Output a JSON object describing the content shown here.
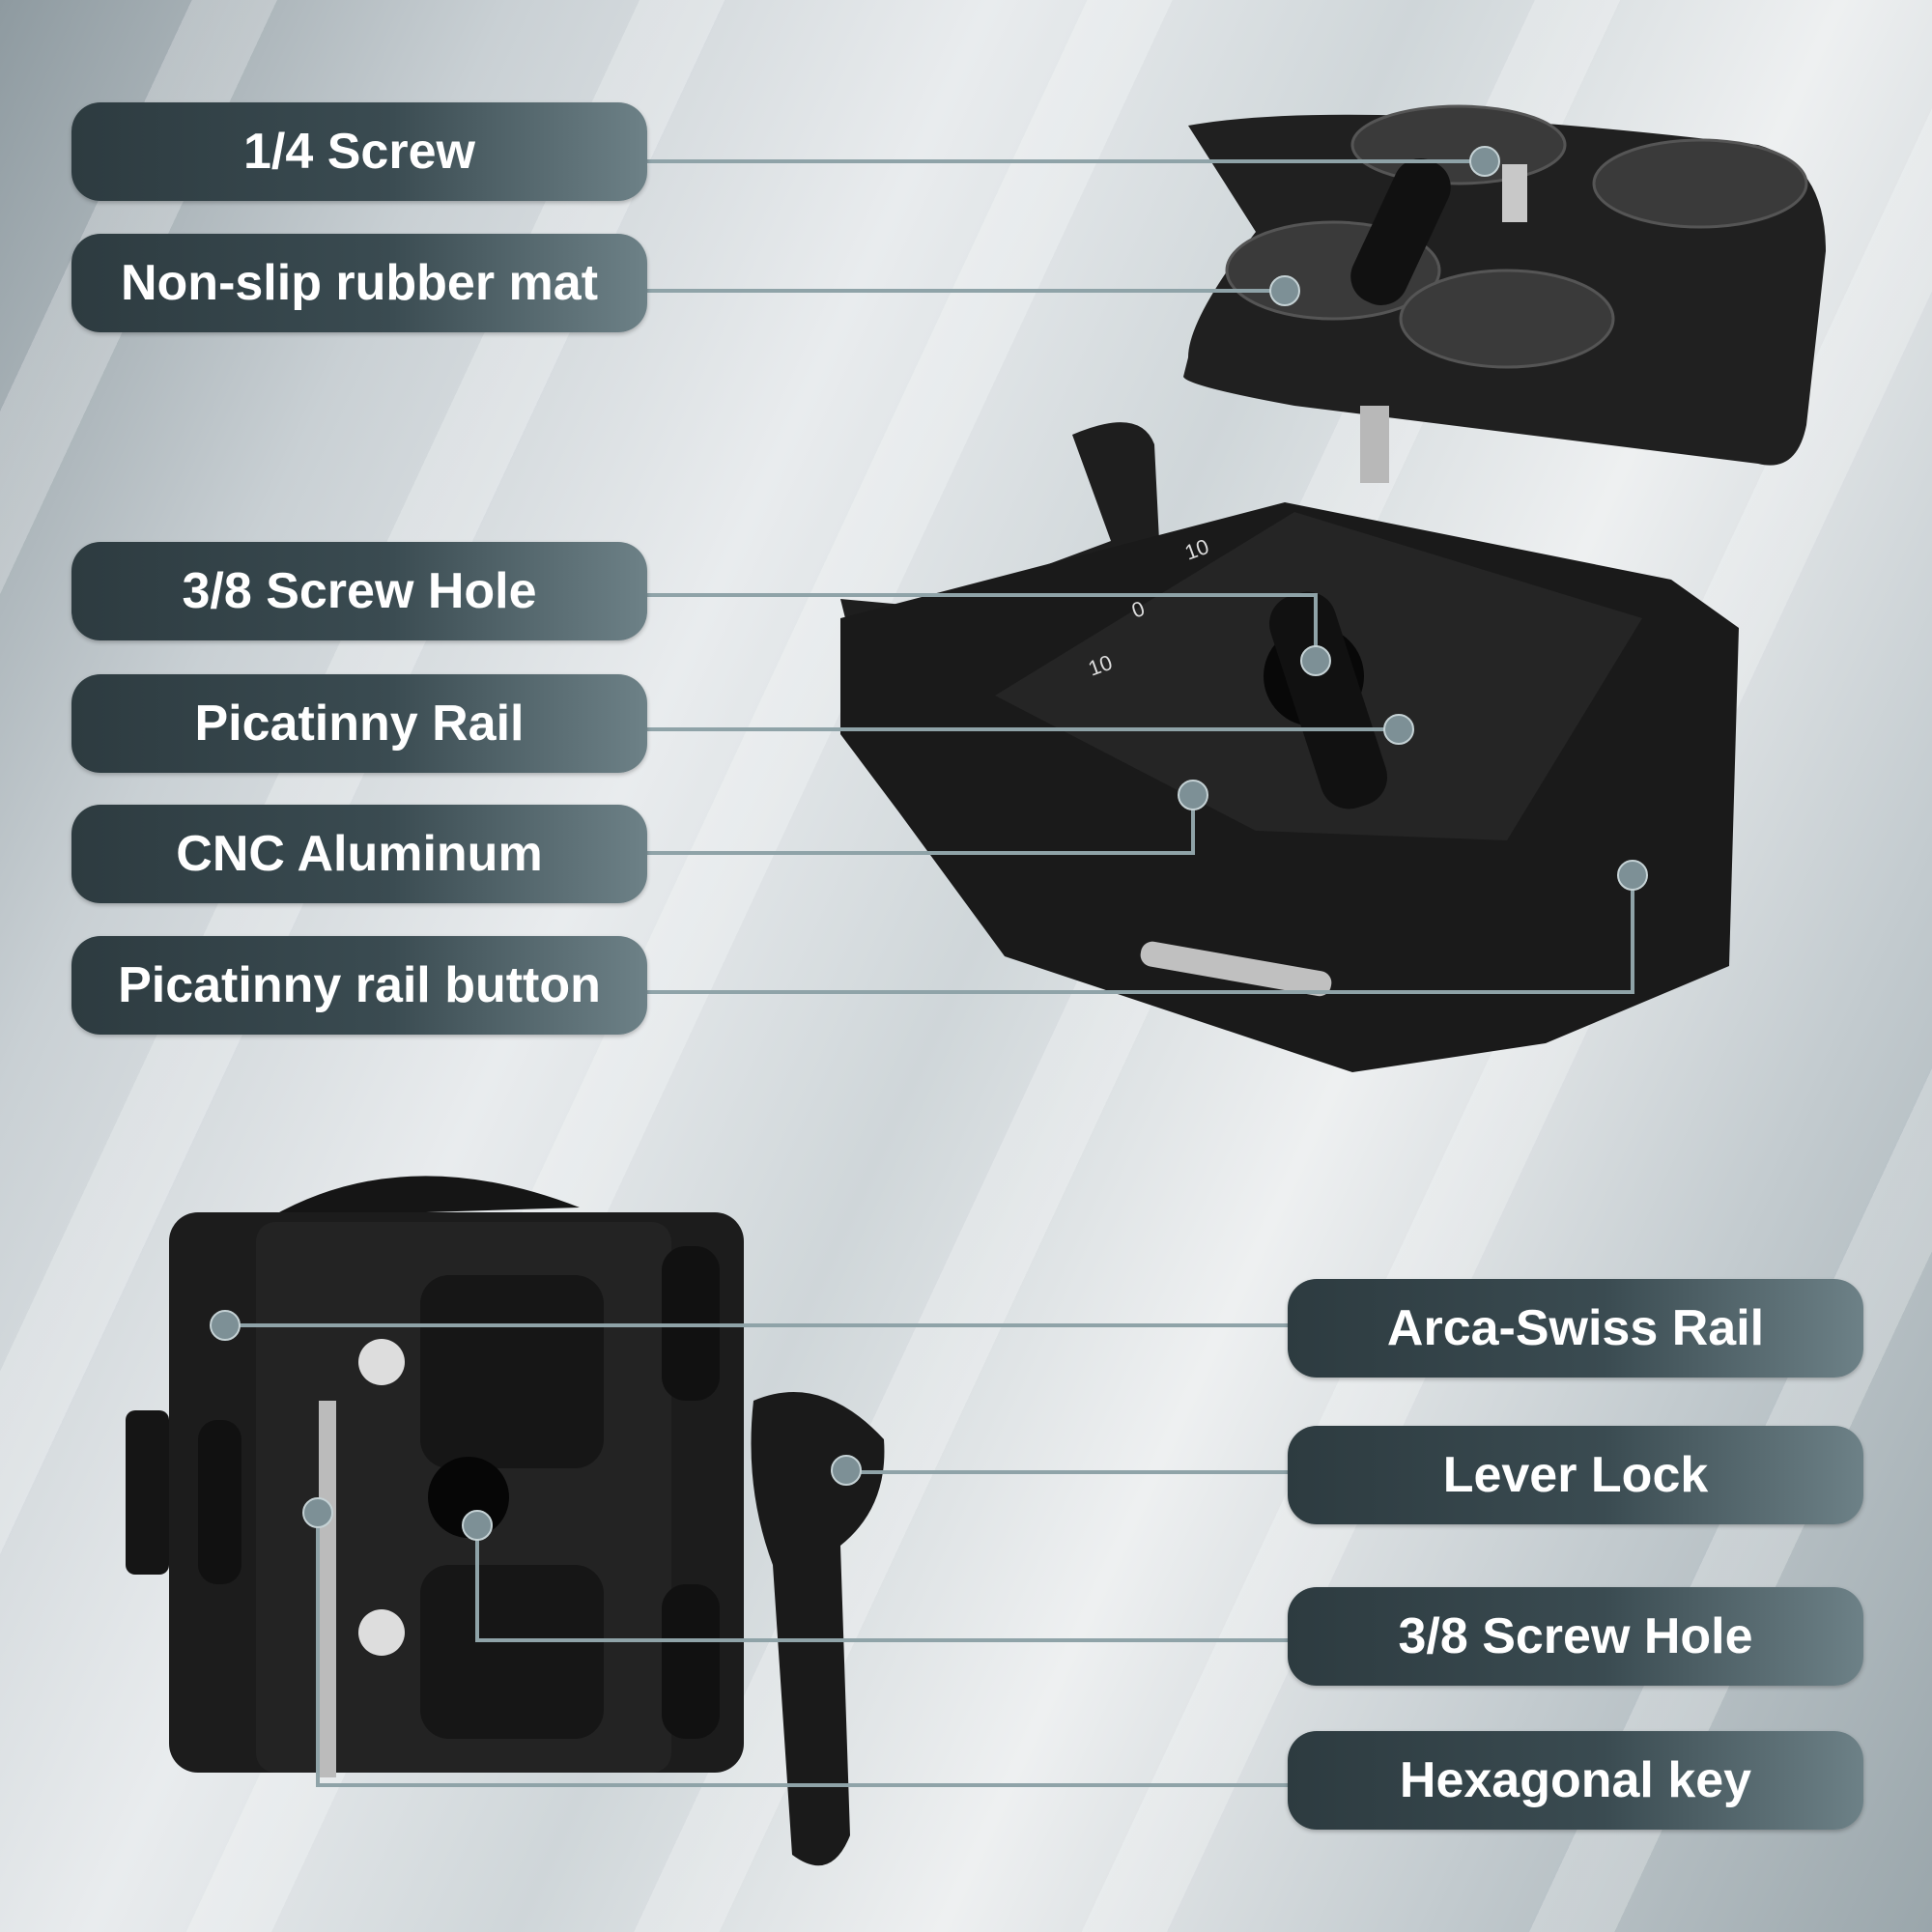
{
  "callouts_left": [
    {
      "label": "1/4 Screw"
    },
    {
      "label": "Non-slip rubber mat"
    },
    {
      "label": "3/8 Screw Hole"
    },
    {
      "label": "Picatinny Rail"
    },
    {
      "label": "CNC Aluminum"
    },
    {
      "label": "Picatinny rail button"
    }
  ],
  "callouts_right": [
    {
      "label": "Arca-Swiss Rail"
    },
    {
      "label": "Lever Lock"
    },
    {
      "label": "3/8 Screw Hole"
    },
    {
      "label": "Hexagonal key"
    }
  ],
  "scale_marks": {
    "left": "10",
    "zero": "0",
    "right": "10"
  },
  "colors": {
    "pill_dark": "#2d3b40",
    "pill_light": "#6d8187",
    "leader_line": "#8fa3a8",
    "product": "#1a1a1a"
  }
}
